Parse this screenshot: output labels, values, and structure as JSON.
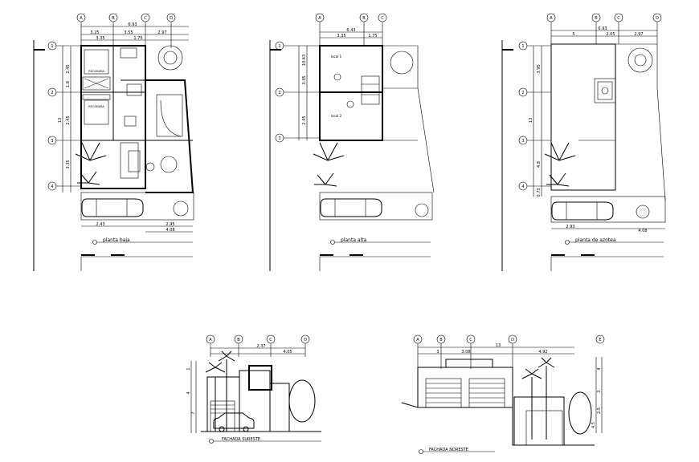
{
  "plans": [
    {
      "id": "planta-baja",
      "label": "planta baja",
      "grid_cols": [
        "A",
        "B",
        "C",
        "D"
      ],
      "grid_rows": [
        "1",
        "2",
        "3",
        "4"
      ],
      "dims_top_overall": "6.93",
      "dims_top_parts": [
        "3.25",
        "3.55",
        "2.97"
      ],
      "dims_top_sub": [
        "3.35",
        "1.75"
      ],
      "dims_left": [
        "2.45",
        "1.8",
        "2.45",
        "3.35"
      ],
      "dims_left_overall": "13",
      "dims_bottom": [
        "2.43",
        "2.95",
        "4.08"
      ],
      "rooms": [
        "RECAMARA",
        "RECAMARA"
      ]
    },
    {
      "id": "planta-alta",
      "label": "planta alta",
      "grid_cols": [
        "A",
        "B",
        "C"
      ],
      "grid_rows": [
        "1",
        "2",
        "3"
      ],
      "dims_top_overall": "6.43",
      "dims_top_parts": [
        "3.35",
        "1.75"
      ],
      "dims_left": [
        "10.43",
        "3.35",
        "2.45"
      ],
      "rooms": [
        "local 1",
        "local 2"
      ]
    },
    {
      "id": "planta-azotea",
      "label": "planta de azotea",
      "grid_cols": [
        "A",
        "B",
        "C",
        "D"
      ],
      "grid_rows": [
        "1",
        "2",
        "3",
        "4"
      ],
      "dims_top_overall": "6.93",
      "dims_top_parts": [
        "5",
        "2.05",
        "2.97"
      ],
      "dims_left": [
        "3.95",
        "13",
        "4.8",
        "0.73"
      ],
      "dims_bottom": [
        "2.93",
        "4.08"
      ]
    }
  ],
  "elevations": [
    {
      "id": "fachada-sureste",
      "label": "FACHADA SURESTE",
      "grid": [
        "A",
        "B",
        "C",
        "D"
      ],
      "dims_top": [
        "2.37",
        "4.05"
      ],
      "dims_left": [
        "1",
        "4",
        "7"
      ]
    },
    {
      "id": "fachada-noreste",
      "label": "FACHADA NORESTE",
      "grid": [
        "A",
        "B",
        "C",
        "D",
        "E"
      ],
      "dims_top": [
        "3",
        "3.08",
        "4.92",
        "13"
      ],
      "dims_right": [
        "4",
        "3",
        "2.5",
        "4.5"
      ]
    }
  ]
}
